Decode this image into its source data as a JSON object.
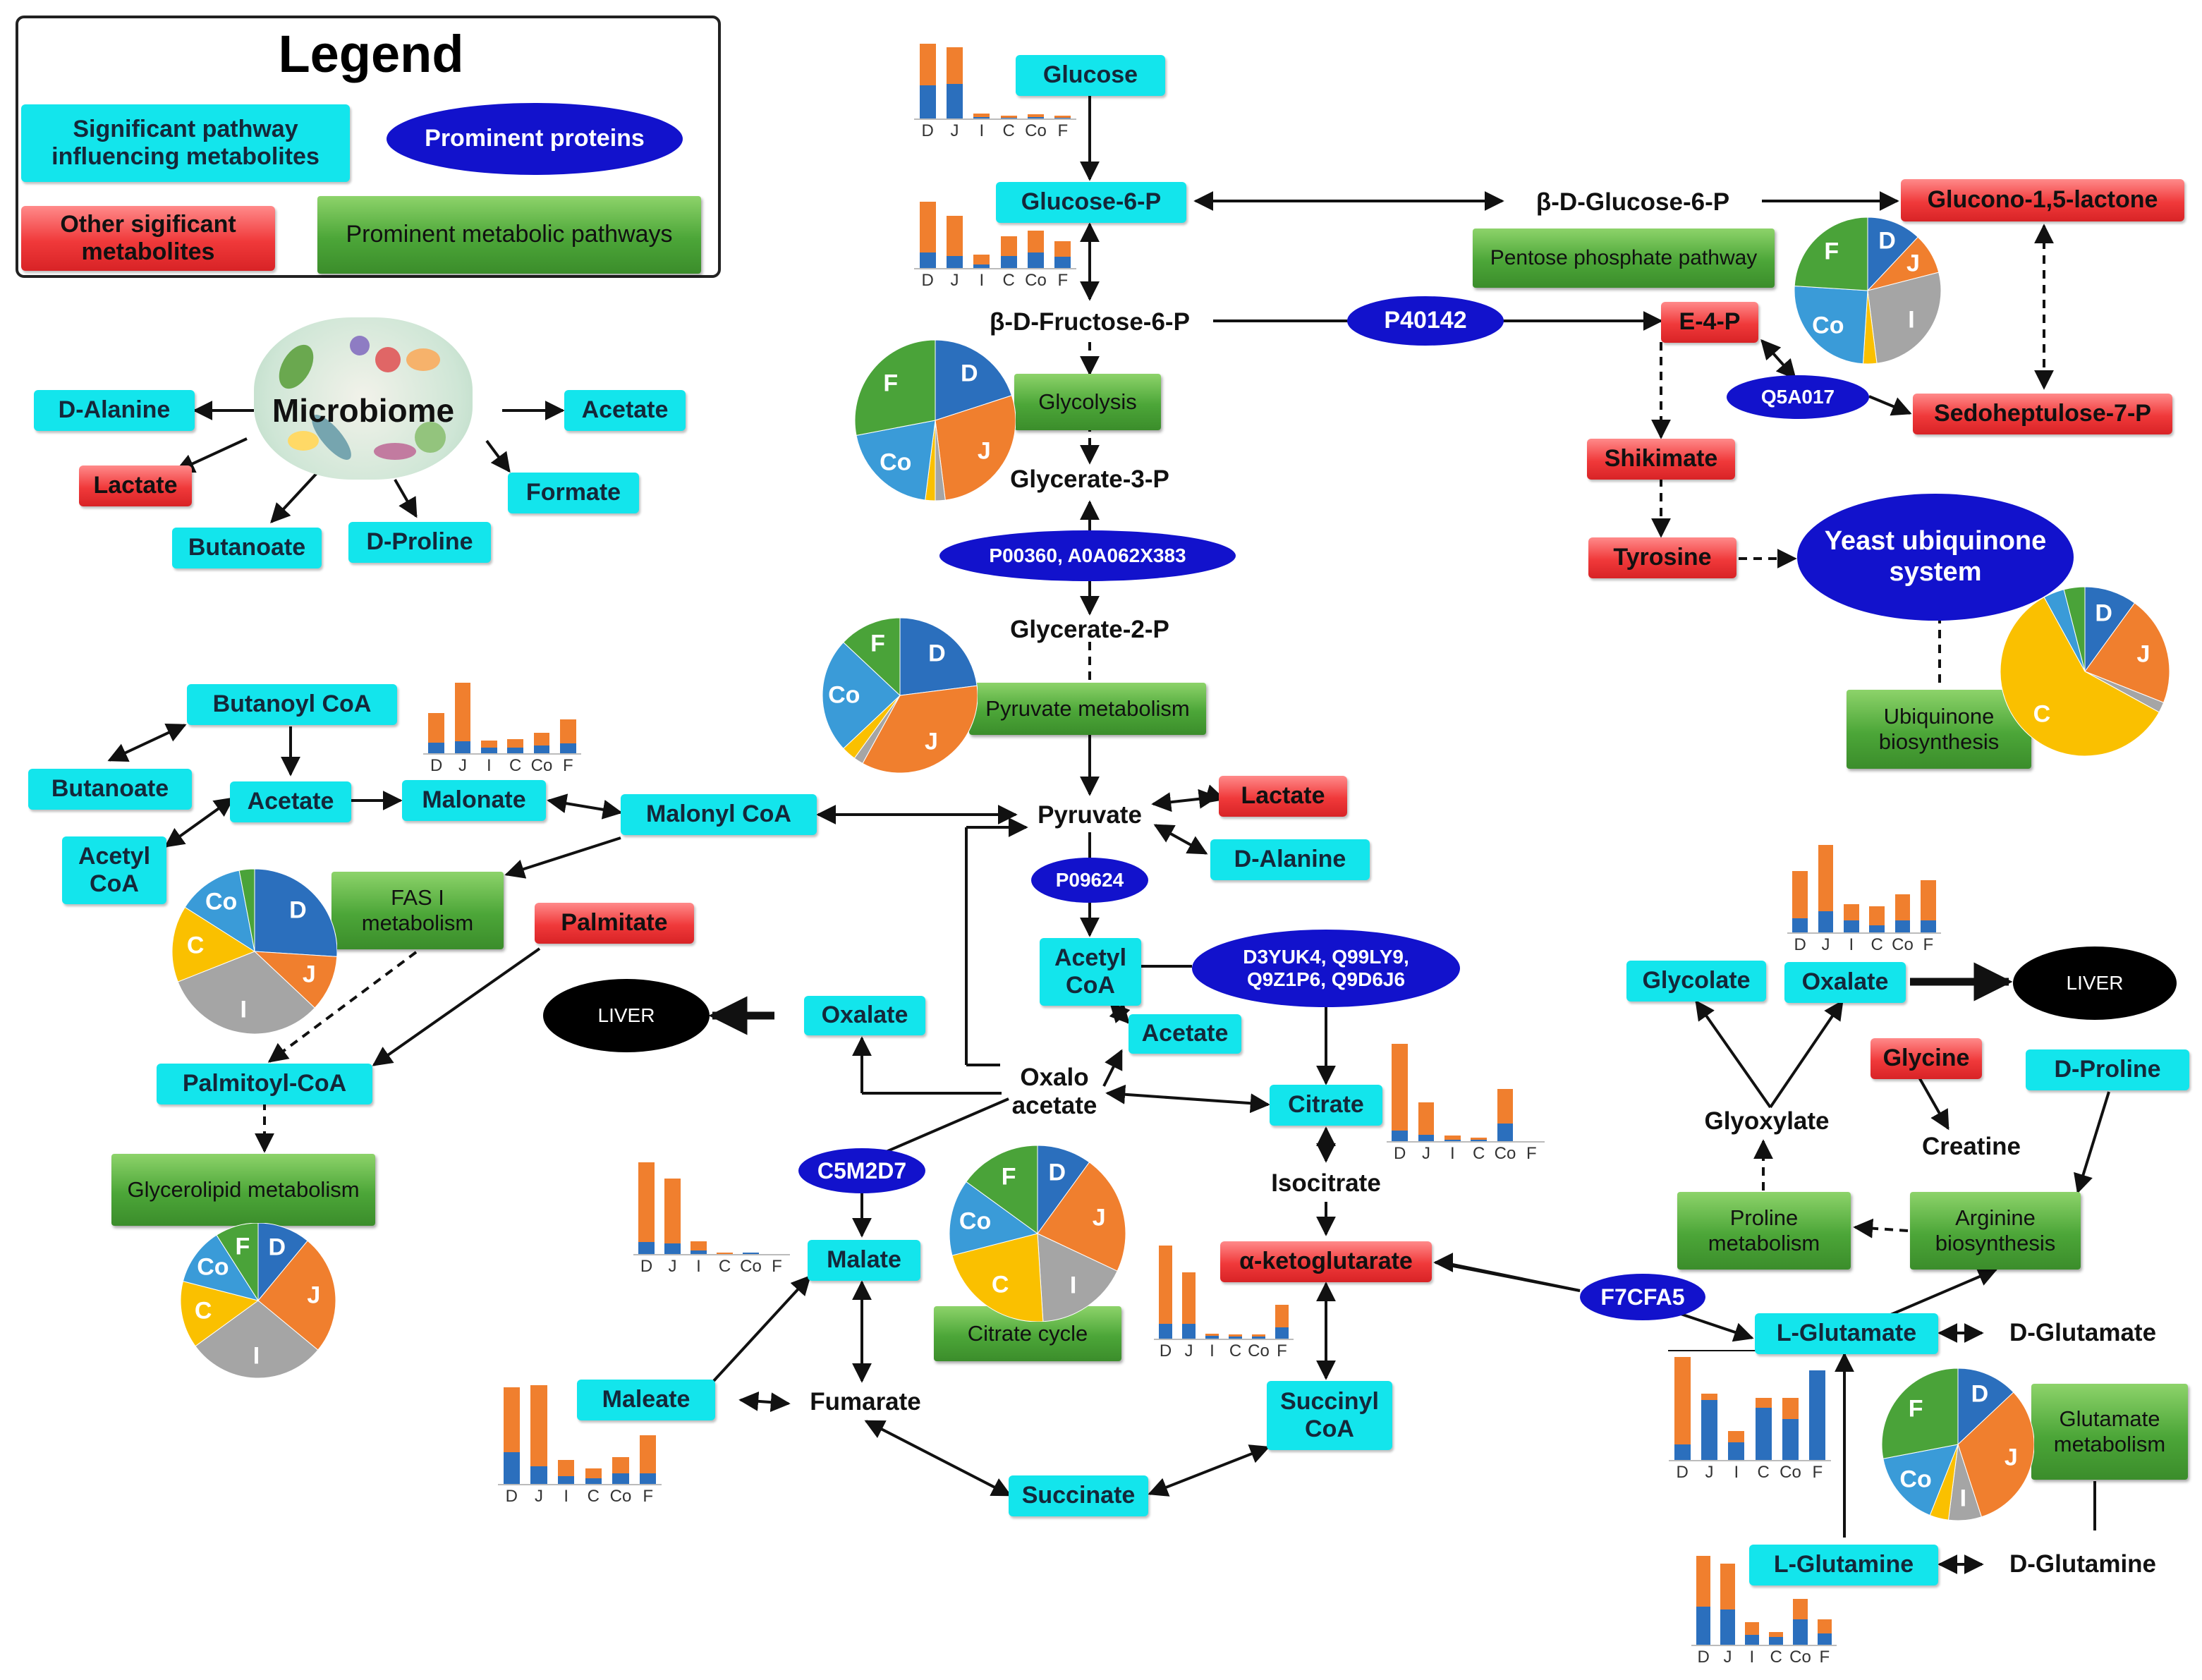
{
  "legend": {
    "title": "Legend",
    "items": [
      {
        "label": "Significant pathway\ninfluencing metabolites"
      },
      {
        "label": "Prominent proteins"
      },
      {
        "label": "Other sigificant\nmetabolites"
      },
      {
        "label": "Prominent metabolic pathways"
      }
    ]
  },
  "colors": {
    "D": "#2b6fbd",
    "J": "#f07f2e",
    "I": "#a5a5a5",
    "C": "#fac000",
    "Co": "#3a9bd8",
    "F": "#4aa339",
    "cyan": "#13e5ec",
    "red": "#f0393a",
    "green": "#4ca638",
    "blue": "#1212cc"
  },
  "chart_data": {
    "bar_charts": [
      {
        "id": "glucose",
        "type": "bar",
        "categories": [
          "D",
          "J",
          "I",
          "C",
          "Co",
          "F"
        ],
        "series": [
          {
            "key": "D",
            "values": [
              38,
              40,
              2,
              1,
              2,
              1
            ]
          },
          {
            "key": "J",
            "values": [
              48,
              42,
              4,
              2,
              3,
              2
            ]
          }
        ]
      },
      {
        "id": "glucose6p",
        "type": "bar",
        "categories": [
          "D",
          "J",
          "I",
          "C",
          "Co",
          "F"
        ],
        "series": [
          {
            "key": "D",
            "values": [
              14,
              11,
              3,
              11,
              14,
              10
            ]
          },
          {
            "key": "J",
            "values": [
              46,
              36,
              9,
              18,
              20,
              14
            ]
          }
        ]
      },
      {
        "id": "acetate",
        "type": "bar",
        "categories": [
          "D",
          "J",
          "I",
          "C",
          "Co",
          "F"
        ],
        "series": [
          {
            "key": "D",
            "values": [
              10,
              11,
              5,
              5,
              7,
              9
            ]
          },
          {
            "key": "J",
            "values": [
              27,
              54,
              7,
              8,
              12,
              22
            ]
          }
        ]
      },
      {
        "id": "citrate",
        "type": "bar",
        "categories": [
          "D",
          "J",
          "I",
          "C",
          "Co",
          "F"
        ],
        "series": [
          {
            "key": "D",
            "values": [
              10,
              6,
              1,
              1,
              16,
              0
            ]
          },
          {
            "key": "J",
            "values": [
              80,
              30,
              4,
              2,
              32,
              0
            ]
          }
        ]
      },
      {
        "id": "malate",
        "type": "bar",
        "categories": [
          "D",
          "J",
          "I",
          "C",
          "Co",
          "F"
        ],
        "series": [
          {
            "key": "D",
            "values": [
              11,
              10,
              3,
              0,
              1,
              0
            ]
          },
          {
            "key": "J",
            "values": [
              74,
              60,
              9,
              1,
              0,
              0
            ]
          }
        ]
      },
      {
        "id": "aketoglutarate",
        "type": "bar",
        "categories": [
          "D",
          "J",
          "I",
          "C",
          "Co",
          "F"
        ],
        "series": [
          {
            "key": "D",
            "values": [
              14,
              14,
              3,
              2,
              2,
              11
            ]
          },
          {
            "key": "J",
            "values": [
              76,
              50,
              2,
              2,
              2,
              22
            ]
          }
        ]
      },
      {
        "id": "maleate",
        "type": "bar",
        "categories": [
          "D",
          "J",
          "I",
          "C",
          "Co",
          "F"
        ],
        "series": [
          {
            "key": "D",
            "values": [
              32,
              18,
              8,
              6,
              11,
              11
            ]
          },
          {
            "key": "J",
            "values": [
              66,
              82,
              16,
              10,
              16,
              38
            ]
          }
        ]
      },
      {
        "id": "oxalate",
        "type": "bar",
        "categories": [
          "D",
          "J",
          "I",
          "C",
          "Co",
          "F"
        ],
        "series": [
          {
            "key": "D",
            "values": [
              12,
              18,
              10,
              6,
              10,
              10
            ]
          },
          {
            "key": "J",
            "values": [
              40,
              56,
              14,
              16,
              22,
              34
            ]
          }
        ]
      },
      {
        "id": "glutamate",
        "type": "bar",
        "categories": [
          "D",
          "J",
          "I",
          "C",
          "Co",
          "F"
        ],
        "series": [
          {
            "key": "D",
            "values": [
              16,
              62,
              18,
              54,
              42,
              92
            ]
          },
          {
            "key": "J",
            "values": [
              90,
              6,
              12,
              10,
              22,
              0
            ]
          }
        ]
      },
      {
        "id": "glutamine",
        "type": "bar",
        "categories": [
          "D",
          "J",
          "I",
          "C",
          "Co",
          "F"
        ],
        "series": [
          {
            "key": "D",
            "values": [
              30,
              28,
              8,
              6,
              20,
              9
            ]
          },
          {
            "key": "J",
            "values": [
              40,
              36,
              10,
              4,
              16,
              11
            ]
          }
        ]
      }
    ],
    "pie_charts": [
      {
        "id": "glycolysis",
        "type": "pie",
        "slices": [
          {
            "key": "D",
            "value": 20
          },
          {
            "key": "J",
            "value": 28
          },
          {
            "key": "I",
            "value": 2
          },
          {
            "key": "C",
            "value": 2
          },
          {
            "key": "Co",
            "value": 20
          },
          {
            "key": "F",
            "value": 28
          }
        ]
      },
      {
        "id": "pyruvate",
        "type": "pie",
        "slices": [
          {
            "key": "D",
            "value": 23
          },
          {
            "key": "J",
            "value": 35
          },
          {
            "key": "I",
            "value": 2
          },
          {
            "key": "C",
            "value": 3
          },
          {
            "key": "Co",
            "value": 24
          },
          {
            "key": "F",
            "value": 13
          }
        ]
      },
      {
        "id": "fas",
        "type": "pie",
        "slices": [
          {
            "key": "D",
            "value": 26
          },
          {
            "key": "J",
            "value": 11
          },
          {
            "key": "I",
            "value": 32
          },
          {
            "key": "C",
            "value": 15
          },
          {
            "key": "Co",
            "value": 13
          },
          {
            "key": "F",
            "value": 3
          }
        ]
      },
      {
        "id": "glycerolipid",
        "type": "pie",
        "slices": [
          {
            "key": "D",
            "value": 11
          },
          {
            "key": "J",
            "value": 25
          },
          {
            "key": "I",
            "value": 29
          },
          {
            "key": "C",
            "value": 14
          },
          {
            "key": "Co",
            "value": 12
          },
          {
            "key": "F",
            "value": 9
          }
        ]
      },
      {
        "id": "citrate_cycle",
        "type": "pie",
        "slices": [
          {
            "key": "D",
            "value": 10
          },
          {
            "key": "J",
            "value": 22
          },
          {
            "key": "I",
            "value": 17
          },
          {
            "key": "C",
            "value": 22
          },
          {
            "key": "Co",
            "value": 14
          },
          {
            "key": "F",
            "value": 15
          }
        ]
      },
      {
        "id": "pentose",
        "type": "pie",
        "slices": [
          {
            "key": "D",
            "value": 12
          },
          {
            "key": "J",
            "value": 9
          },
          {
            "key": "I",
            "value": 27
          },
          {
            "key": "C",
            "value": 3
          },
          {
            "key": "Co",
            "value": 25
          },
          {
            "key": "F",
            "value": 24
          }
        ]
      },
      {
        "id": "ubiquinone",
        "type": "pie",
        "slices": [
          {
            "key": "D",
            "value": 10
          },
          {
            "key": "J",
            "value": 21
          },
          {
            "key": "I",
            "value": 2
          },
          {
            "key": "C",
            "value": 59
          },
          {
            "key": "Co",
            "value": 4
          },
          {
            "key": "F",
            "value": 4
          }
        ]
      },
      {
        "id": "glutamate_pie",
        "type": "pie",
        "slices": [
          {
            "key": "D",
            "value": 13
          },
          {
            "key": "J",
            "value": 32
          },
          {
            "key": "I",
            "value": 7
          },
          {
            "key": "C",
            "value": 4
          },
          {
            "key": "Co",
            "value": 16
          },
          {
            "key": "F",
            "value": 28
          }
        ]
      }
    ]
  },
  "nodes": {
    "microbiome": "Microbiome",
    "m_dalanine": "D-Alanine",
    "m_acetate": "Acetate",
    "m_lactate": "Lactate",
    "m_formate": "Formate",
    "m_butanoate": "Butanoate",
    "m_dproline": "D-Proline",
    "glucose": "Glucose",
    "glucose6p": "Glucose-6-P",
    "bdglucose6p": "β-D-Glucose-6-P",
    "glucono": "Glucono-1,5-lactone",
    "pentose": "Pentose phosphate pathway",
    "bdfructose": "β-D-Fructose-6-P",
    "p40142": "P40142",
    "e4p": "E-4-P",
    "glycolysis": "Glycolysis",
    "q5a017": "Q5A017",
    "sedoheptulose": "Sedoheptulose-7-P",
    "shikimate": "Shikimate",
    "glycerate3p": "Glycerate-3-P",
    "p00360": "P00360, A0A062X383",
    "tyrosine": "Tyrosine",
    "yeast_ubi": "Yeast ubiquinone\nsystem",
    "glycerate2p": "Glycerate-2-P",
    "pyruvate_metab": "Pyruvate metabolism",
    "ubi_bios": "Ubiquinone\nbiosynthesis",
    "butanoyl": "Butanoyl CoA",
    "butanoate": "Butanoate",
    "acetate_l": "Acetate",
    "malonate": "Malonate",
    "malonyl": "Malonyl CoA",
    "acetylcoa_l": "Acetyl\nCoA",
    "fas": "FAS I\nmetabolism",
    "palmitate": "Palmitate",
    "palmitoyl": "Palmitoyl-CoA",
    "glycerolipid": "Glycerolipid metabolism",
    "pyruvate": "Pyruvate",
    "lactate": "Lactate",
    "dalanine": "D-Alanine",
    "p09624": "P09624",
    "acetylcoa": "Acetyl\nCoA",
    "d3yuk4": "D3YUK4, Q99LY9,\nQ9Z1P6, Q9D6J6",
    "acetate_c": "Acetate",
    "liver_l": "LIVER",
    "oxalate_c": "Oxalate",
    "oxaloacetate": "Oxalo\nacetate",
    "citrate": "Citrate",
    "isocitrate": "Isocitrate",
    "c5m2d7": "C5M2D7",
    "malate": "Malate",
    "aketoglutarate": "α-ketoglutarate",
    "citrate_cycle": "Citrate cycle",
    "maleate": "Maleate",
    "fumarate": "Fumarate",
    "succinylcoa": "Succinyl\nCoA",
    "succinate": "Succinate",
    "glycolate": "Glycolate",
    "oxalate_r": "Oxalate",
    "liver_r": "LIVER",
    "glycine": "Glycine",
    "dproline_r": "D-Proline",
    "glyoxylate": "Glyoxylate",
    "creatine": "Creatine",
    "proline_metab": "Proline\nmetabolism",
    "arginine": "Arginine\nbiosynthesis",
    "f7cfa5": "F7CFA5",
    "lglutamate": "L-Glutamate",
    "dglutamate": "D-Glutamate",
    "glutamate_metab": "Glutamate\nmetabolism",
    "lglutamine": "L-Glutamine",
    "dglutamine": "D-Glutamine"
  }
}
